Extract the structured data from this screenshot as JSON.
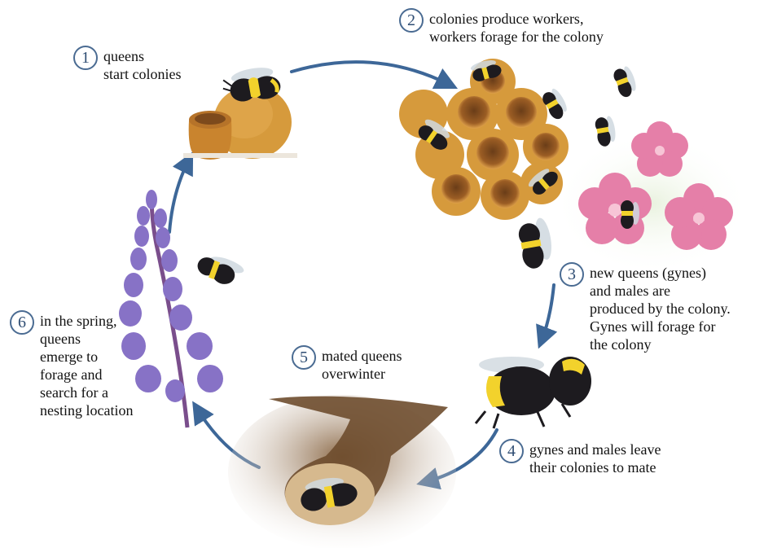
{
  "steps": [
    {
      "number": "1",
      "text": "queens\nstart colonies"
    },
    {
      "number": "2",
      "text": "colonies produce workers,\nworkers forage for the colony"
    },
    {
      "number": "3",
      "text": "new queens (gynes)\nand males are\nproduced by the colony.\nGynes will forage for\nthe colony"
    },
    {
      "number": "4",
      "text": "gynes and males leave\ntheir colonies to mate"
    },
    {
      "number": "5",
      "text": "mated queens\noverwinter"
    },
    {
      "number": "6",
      "text": "in the spring,\nqueens\nemerge to\nforage and\nsearch for a\nnesting location"
    }
  ],
  "colors": {
    "arrow": "#3d6798",
    "number_ring": "#4a6b92",
    "bee_black": "#1d1b1f",
    "bee_yellow": "#f2d22c",
    "nest": "#d69a3c",
    "flower_pink": "#e57fa8",
    "lupine": "#8772c6",
    "soil": "#7b5a3a"
  },
  "icons": [
    "queen-bee-icon",
    "worker-bee-icon",
    "honey-pot-icon",
    "nest-comb-icon",
    "pink-flower-icon",
    "lupine-flower-icon",
    "burrow-icon",
    "mating-bees-icon",
    "cycle-arrow-icon"
  ]
}
